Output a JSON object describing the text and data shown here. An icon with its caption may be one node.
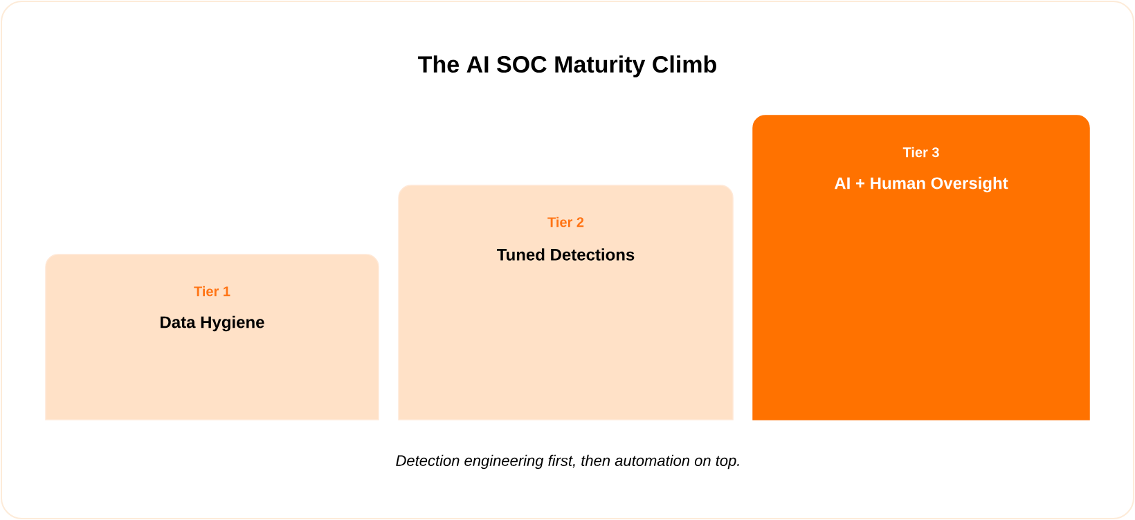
{
  "diagram": {
    "title": "The AI SOC Maturity Climb",
    "nodes": [
      {
        "text": [
          "Tier 1",
          "Data Hygiene"
        ]
      },
      {
        "text": [
          "Tier 2",
          "Tuned Detections"
        ]
      },
      {
        "text": [
          "Tier 3",
          "AI + Human Oversight"
        ]
      }
    ],
    "caption": "Detection engineering first, then automation on top."
  }
}
